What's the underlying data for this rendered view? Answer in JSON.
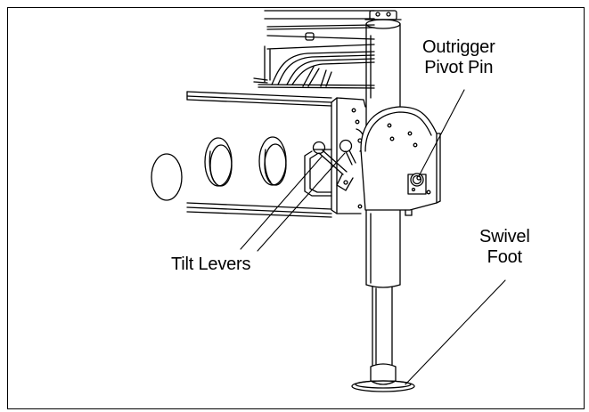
{
  "colors": {
    "ink": "#000000",
    "paper": "#ffffff"
  },
  "labels": {
    "outrigger_pivot_pin": {
      "line1": "Outrigger",
      "line2": "Pivot Pin"
    },
    "tilt_levers": "Tilt Levers",
    "swivel_foot": {
      "line1": "Swivel",
      "line2": "Foot"
    }
  }
}
